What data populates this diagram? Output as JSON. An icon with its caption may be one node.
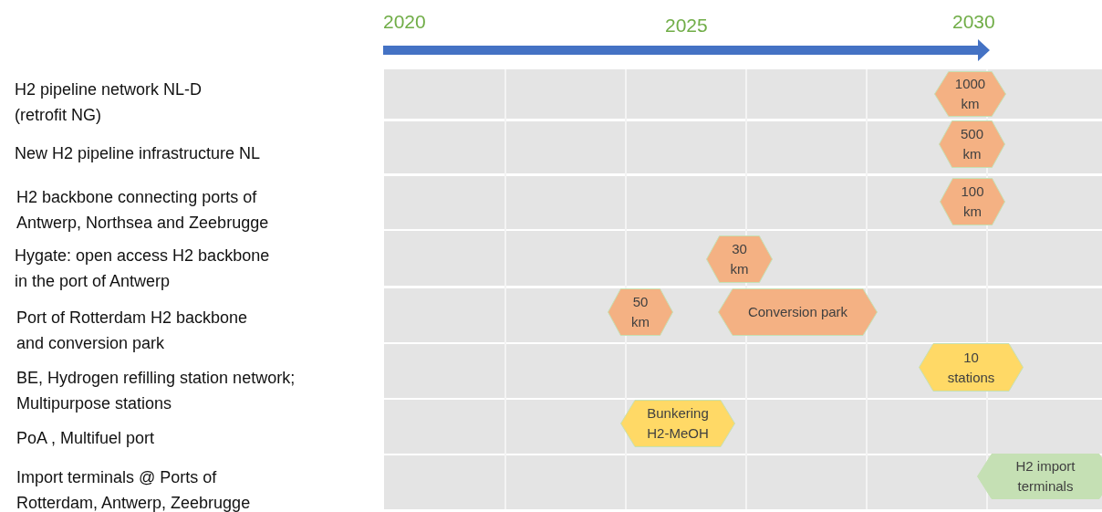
{
  "diagram": {
    "nodes": [
      {
        "text": [
          "1000 km"
        ]
      },
      {
        "text": [
          "500 km"
        ]
      },
      {
        "text": [
          "100 km"
        ]
      },
      {
        "text": [
          "30 km"
        ]
      },
      {
        "text": [
          "50 km"
        ]
      },
      {
        "text": [
          "Conversion park"
        ]
      },
      {
        "text": [
          "10 stations"
        ]
      },
      {
        "text": [
          "Bunkering H2-MeOH"
        ]
      },
      {
        "text": [
          "H2 import terminals"
        ]
      }
    ],
    "labels": [
      "2020",
      "2025",
      "2030",
      "H2 pipeline network NL-D (retrofit NG)",
      "New H2 pipeline infrastructure NL",
      "H2 backbone connecting ports of Antwerp, Northsea and Zeebrugge",
      "Hygate: open access H2 backbone in the port of Antwerp",
      "Port of Rotterdam H2 backbone and conversion park",
      "BE, Hydrogen refilling station network; Multipurpose stations",
      "PoA , Multifuel port",
      "Import terminals @ Ports of Rotterdam, Antwerp, Zeebrugge"
    ]
  }
}
